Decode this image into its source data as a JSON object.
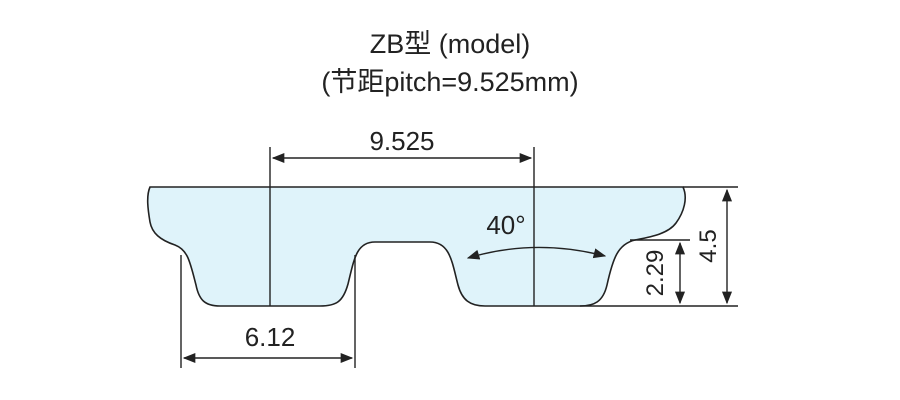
{
  "title": {
    "line1": "ZB型 (model)",
    "line2": "(节距pitch=9.525mm)"
  },
  "dimensions": {
    "pitch": "9.525",
    "tooth_width": "6.12",
    "tooth_height": "2.29",
    "total_height": "4.5",
    "angle": "40°"
  },
  "colors": {
    "belt_fill": "#dff3fa",
    "line": "#222222"
  }
}
